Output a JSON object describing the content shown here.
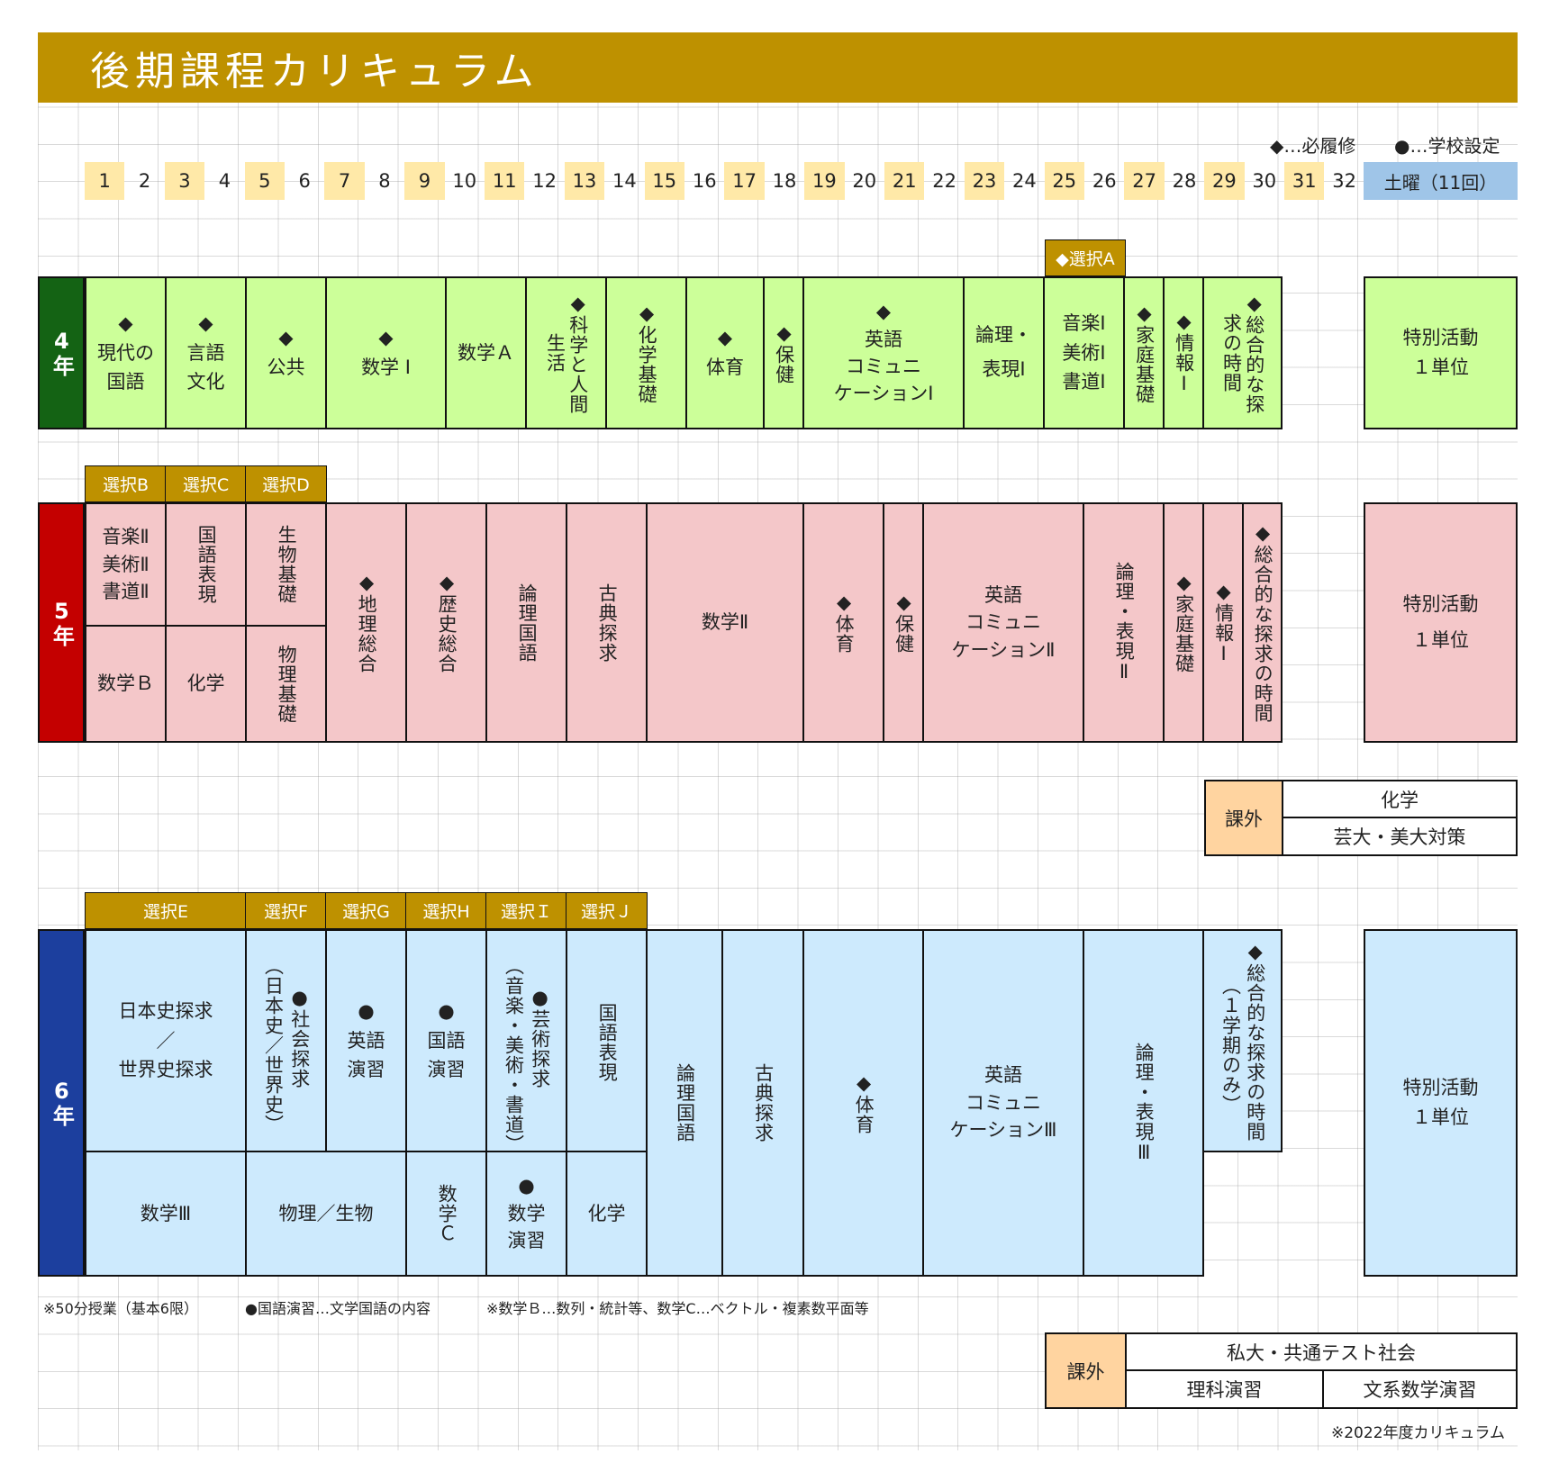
{
  "title": "後期課程カリキュラム",
  "legend": {
    "required": "◆…必履修",
    "school": "●…学校設定"
  },
  "periods": [
    "1",
    "2",
    "3",
    "4",
    "5",
    "6",
    "7",
    "8",
    "9",
    "10",
    "11",
    "12",
    "13",
    "14",
    "15",
    "16",
    "17",
    "18",
    "19",
    "20",
    "21",
    "22",
    "23",
    "24",
    "25",
    "26",
    "27",
    "28",
    "29",
    "30",
    "31",
    "32"
  ],
  "saturday": "土曜（11回）",
  "y4": {
    "label": "4年",
    "sentakuA": "◆選択A",
    "cells": {
      "gendai": "◆\n現代の\n国語",
      "gengo": "◆\n言語\n文化",
      "kokyo": "◆\n公共",
      "sugaku1": "◆\n数学 Ⅰ",
      "sugakuA": "数学Ａ",
      "kagaku": "◆科学と人間生活",
      "kaga_kiso": "◆化学基礎",
      "taiiku": "◆\n体育",
      "hoken": "◆保健",
      "eigo": "◆\n英語\nコミュニ\nケーションⅠ",
      "ronri": "論理・\n表現Ⅰ",
      "ongaku": "音楽Ⅰ\n美術Ⅰ\n書道Ⅰ",
      "katei": "◆家庭基礎",
      "joho": "◆情報Ⅰ",
      "sogo": "◆総合的な探求の時間",
      "tokubetsu": "特別活動\n１単位"
    }
  },
  "y5": {
    "label": "5年",
    "sentaku": [
      "選択B",
      "選択C",
      "選択D"
    ],
    "cells": {
      "ongaku2": "音楽Ⅱ\n美術Ⅱ\n書道Ⅱ",
      "kokugo_hyogen": "国語表現",
      "seibutsu_kiso": "生物基礎",
      "sugakuB": "数学Ｂ",
      "kagaku": "化学",
      "butsuri_kiso": "物理基礎",
      "chiri": "◆地理総合",
      "rekishi": "◆歴史総合",
      "ronri_kokugo": "論理国語",
      "koten": "古典探求",
      "sugaku2": "数学Ⅱ",
      "taiiku": "◆体育",
      "hoken": "◆保健",
      "eigo": "英語\nコミュニ\nケーションⅡ",
      "ronri": "論理・表現Ⅱ",
      "katei": "◆家庭基礎",
      "joho": "◆情報Ⅰ",
      "sogo": "◆総合的な探求の時間",
      "tokubetsu": "特別活動\n１単位"
    }
  },
  "kagai1": {
    "label": "課外",
    "items": [
      "化学",
      "芸大・美大対策"
    ]
  },
  "y6": {
    "label": "6年",
    "sentaku": [
      "選択E",
      "選択F",
      "選択G",
      "選択H",
      "選択Ｉ",
      "選択Ｊ"
    ],
    "cells": {
      "nihonshi": "日本史探求\n／\n世界史探求",
      "shakai": "●社会探求",
      "shakai_sub": "（日本史／世界史）",
      "eigo_ensyu": "●\n英語\n演習",
      "kokugo_ensyu": "●\n国語\n演習",
      "geijutsu": "●芸術探求",
      "geijutsu_sub": "（音楽・美術・書道）",
      "kokugo_hyogen": "国語表現",
      "sugaku3": "数学Ⅲ",
      "butsuri": "物理／生物",
      "sugakuC": "数学Ｃ",
      "sugaku_ensyu": "●\n数学\n演習",
      "kagaku": "化学",
      "ronri_kokugo": "論理国語",
      "koten": "古典探求",
      "taiiku": "◆体育",
      "eigo": "英語\nコミュニ\nケーションⅢ",
      "ronri": "論理・表現Ⅲ",
      "sogo": "◆総合的な探求の時間",
      "sogo_sub": "（１学期のみ）",
      "tokubetsu": "特別活動\n１単位"
    }
  },
  "notes": [
    "※50分授業（基本6限）",
    "●国語演習…文学国語の内容",
    "※数学Ｂ…数列・統計等、数学C…ベクトル・複素数平面等"
  ],
  "kagai2": {
    "label": "課外",
    "top": "私大・共通テスト社会",
    "left": "理科演習",
    "right": "文系数学演習"
  },
  "footer": "※2022年度カリキュラム",
  "colors": {
    "gold": "#be9100",
    "green": "#ccff99",
    "pink": "#f4c7c9",
    "blue": "#cdeafd",
    "yr4": "#146314",
    "yr5": "#c40000",
    "yr6": "#1c3f9e"
  }
}
